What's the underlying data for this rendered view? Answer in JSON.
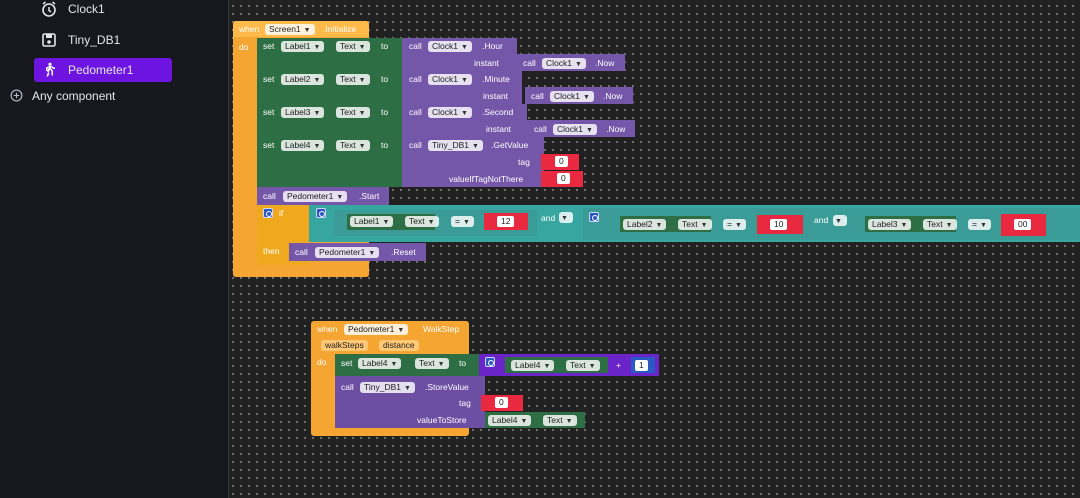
{
  "sidebar": {
    "items": [
      {
        "label": "Clock1",
        "icon": "clock-icon"
      },
      {
        "label": "Tiny_DB1",
        "icon": "save-icon"
      },
      {
        "label": "Pedometer1",
        "icon": "walking-person-icon",
        "selected": true
      }
    ],
    "any_component": "Any component",
    "selected_color": "#6d14e0"
  },
  "event1": {
    "when": "when",
    "component": "Screen1",
    "event": ".Initialize",
    "do": "do",
    "set": "set",
    "to": "to",
    "call": "call",
    "text": "Text",
    "rows": [
      {
        "label": "Label1",
        "method": ".Hour",
        "param": "instant",
        "clock": "Clock1",
        "now": ".Now"
      },
      {
        "label": "Label2",
        "method": ".Minute",
        "param": "instant",
        "clock": "Clock1",
        "now": ".Now"
      },
      {
        "label": "Label3",
        "method": ".Second",
        "param": "instant",
        "clock": "Clock1",
        "now": ".Now"
      }
    ],
    "getvalue": {
      "label": "Label4",
      "db": "Tiny_DB1",
      "method": ".GetValue",
      "tag_label": "tag",
      "tag_value": "0",
      "default_label": "valueIfTagNotThere",
      "default_value": "0"
    },
    "start": {
      "component": "Pedometer1",
      "method": ".Start"
    },
    "if_block": {
      "if": "if",
      "then": "then",
      "and": "and",
      "eq": "=",
      "cond1": {
        "label": "Label1",
        "value": "12"
      },
      "cond2": {
        "label": "Label2",
        "value": "10"
      },
      "cond3": {
        "label": "Label3",
        "value": "00"
      },
      "reset": {
        "component": "Pedometer1",
        "method": ".Reset"
      }
    }
  },
  "event2": {
    "when": "when",
    "component": "Pedometer1",
    "event": "WalkStep",
    "params": [
      "walkSteps",
      "distance"
    ],
    "do": "do",
    "set": {
      "label": "Label4",
      "prop": "Text",
      "to": "to",
      "plus": "+",
      "add_label": "Label4",
      "add_prop": "Text",
      "add_value": "1"
    },
    "store": {
      "call": "call",
      "db": "Tiny_DB1",
      "method": ".StoreValue",
      "tag_label": "tag",
      "tag_value": "0",
      "value_label": "valueToStore",
      "value_comp": "Label4",
      "value_prop": "Text"
    }
  }
}
